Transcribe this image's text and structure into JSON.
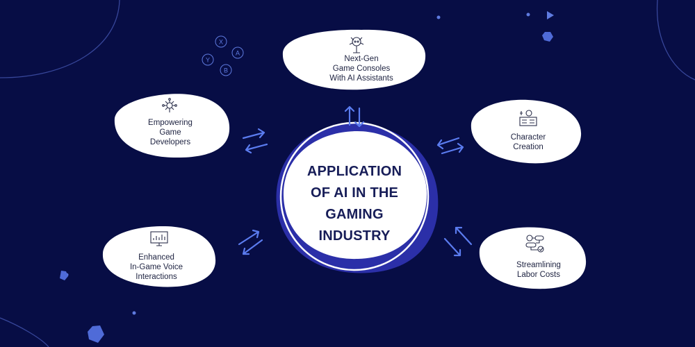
{
  "center": {
    "title_lines": [
      "APPLICATION",
      "OF AI IN THE",
      "GAMING",
      "INDUSTRY"
    ]
  },
  "nodes": [
    {
      "id": "next-gen",
      "icon": "robot-tree-icon",
      "lines": [
        "Next-Gen",
        "Game Consoles",
        "With AI Assistants"
      ]
    },
    {
      "id": "empowering",
      "icon": "network-hand-icon",
      "lines": [
        "Empowering",
        "Game",
        "Developers"
      ]
    },
    {
      "id": "character",
      "icon": "character-blueprint-icon",
      "lines": [
        "Character",
        "Creation"
      ]
    },
    {
      "id": "voice",
      "icon": "monitor-chart-icon",
      "lines": [
        "Enhanced",
        "In-Game Voice",
        "Interactions"
      ]
    },
    {
      "id": "labor",
      "icon": "workflow-gears-icon",
      "lines": [
        "Streamlining",
        "Labor Costs"
      ]
    }
  ],
  "controller_buttons": [
    "X",
    "Y",
    "A",
    "B"
  ],
  "colors": {
    "background": "#070d45",
    "bubble": "#ffffff",
    "center_ring": "#2b2fa8",
    "arrows": "#5b7cf0",
    "title": "#171d58"
  }
}
